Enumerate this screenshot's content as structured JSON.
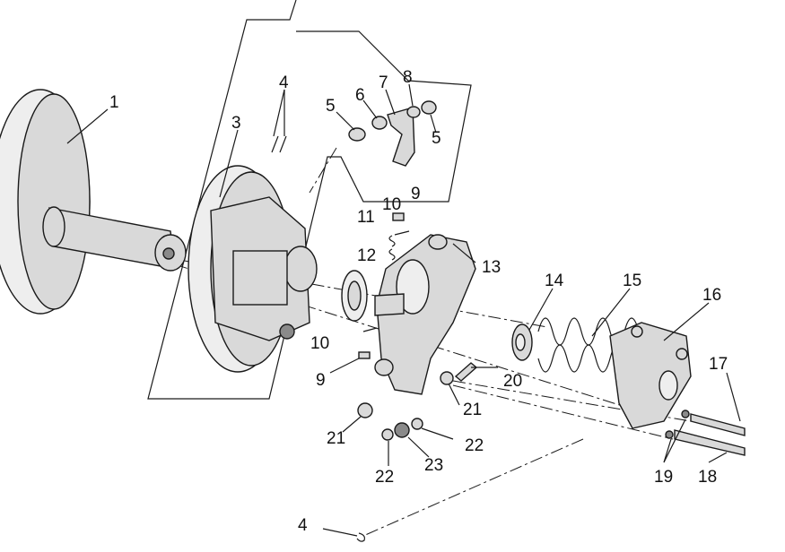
{
  "callouts": {
    "c1": "1",
    "c3": "3",
    "c4_top": "4",
    "c5_left": "5",
    "c6": "6",
    "c7": "7",
    "c8": "8",
    "c5_right": "5",
    "c10_top": "10",
    "c9_top": "9",
    "c11": "11",
    "c12": "12",
    "c13": "13",
    "c14": "14",
    "c15": "15",
    "c16": "16",
    "c10_bottom": "10",
    "c9_bottom": "9",
    "c20": "20",
    "c17": "17",
    "c21_right": "21",
    "c21_left": "21",
    "c22_right": "22",
    "c23": "23",
    "c22_left": "22",
    "c19": "19",
    "c18": "18",
    "c4_bottom": "4"
  }
}
